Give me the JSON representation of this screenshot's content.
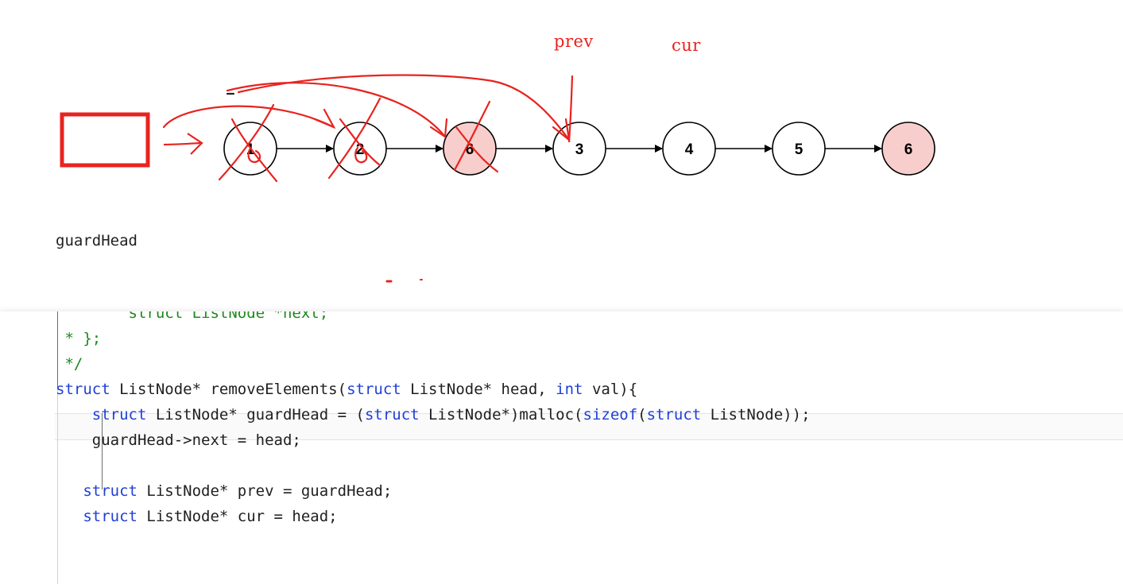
{
  "diagram": {
    "pointer_labels": {
      "prev": "prev",
      "cur": "cur"
    },
    "guard_caption": "guardHead",
    "nodes": [
      {
        "label": "1",
        "removed": true,
        "target_value": false
      },
      {
        "label": "2",
        "removed": true,
        "target_value": false
      },
      {
        "label": "6",
        "removed": true,
        "target_value": true
      },
      {
        "label": "3",
        "removed": false,
        "target_value": false
      },
      {
        "label": "4",
        "removed": false,
        "target_value": false
      },
      {
        "label": "5",
        "removed": false,
        "target_value": false
      },
      {
        "label": "6",
        "removed": false,
        "target_value": true
      }
    ],
    "colors": {
      "annotation": "#e8231f",
      "node_stroke": "#000000",
      "highlight_fill": "#f8cecc"
    }
  },
  "code": {
    "lines": [
      {
        "tokens": [
          {
            "c": "cm",
            "t": "        struct ListNode *next;"
          }
        ]
      },
      {
        "tokens": [
          {
            "c": "cm",
            "t": " * };"
          }
        ]
      },
      {
        "tokens": [
          {
            "c": "cm",
            "t": " */"
          }
        ]
      },
      {
        "tokens": [
          {
            "c": "kw",
            "t": "struct"
          },
          {
            "c": "tx",
            "t": " ListNode* removeElements("
          },
          {
            "c": "kw",
            "t": "struct"
          },
          {
            "c": "tx",
            "t": " ListNode* head, "
          },
          {
            "c": "kw",
            "t": "int"
          },
          {
            "c": "tx",
            "t": " val){"
          }
        ]
      },
      {
        "tokens": [
          {
            "c": "tx",
            "t": "    "
          },
          {
            "c": "kw",
            "t": "struct"
          },
          {
            "c": "tx",
            "t": " ListNode* guardHead = ("
          },
          {
            "c": "kw",
            "t": "struct"
          },
          {
            "c": "tx",
            "t": " ListNode*)malloc("
          },
          {
            "c": "kw",
            "t": "sizeof"
          },
          {
            "c": "tx",
            "t": "("
          },
          {
            "c": "kw",
            "t": "struct"
          },
          {
            "c": "tx",
            "t": " ListNode));"
          }
        ]
      },
      {
        "tokens": [
          {
            "c": "tx",
            "t": "    guardHead->next = head;"
          }
        ]
      },
      {
        "tokens": [
          {
            "c": "tx",
            "t": ""
          }
        ]
      },
      {
        "tokens": [
          {
            "c": "tx",
            "t": "   "
          },
          {
            "c": "kw",
            "t": "struct"
          },
          {
            "c": "tx",
            "t": " ListNode* prev = guardHead;"
          }
        ]
      },
      {
        "tokens": [
          {
            "c": "tx",
            "t": "   "
          },
          {
            "c": "kw",
            "t": "struct"
          },
          {
            "c": "tx",
            "t": " ListNode* cur = head;"
          }
        ]
      }
    ]
  }
}
